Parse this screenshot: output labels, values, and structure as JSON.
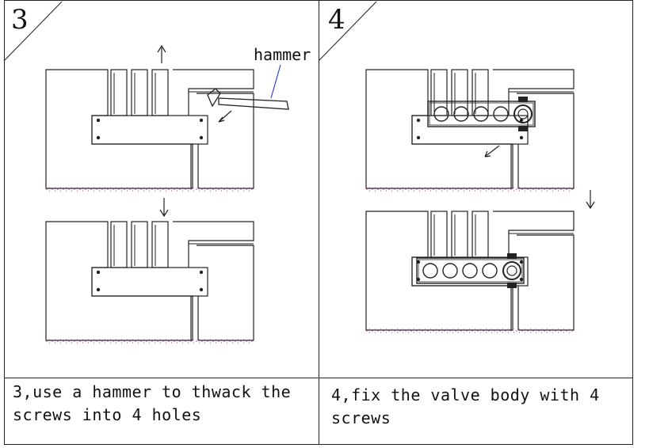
{
  "steps": [
    {
      "number": "3",
      "caption": "3,use a hammer to thwack the screws into 4 holes",
      "tool_label": "hammer"
    },
    {
      "number": "4",
      "caption": "4,fix the valve body with 4 screws"
    }
  ],
  "colors": {
    "line": "#222222",
    "speckle": "#cc33cc"
  }
}
